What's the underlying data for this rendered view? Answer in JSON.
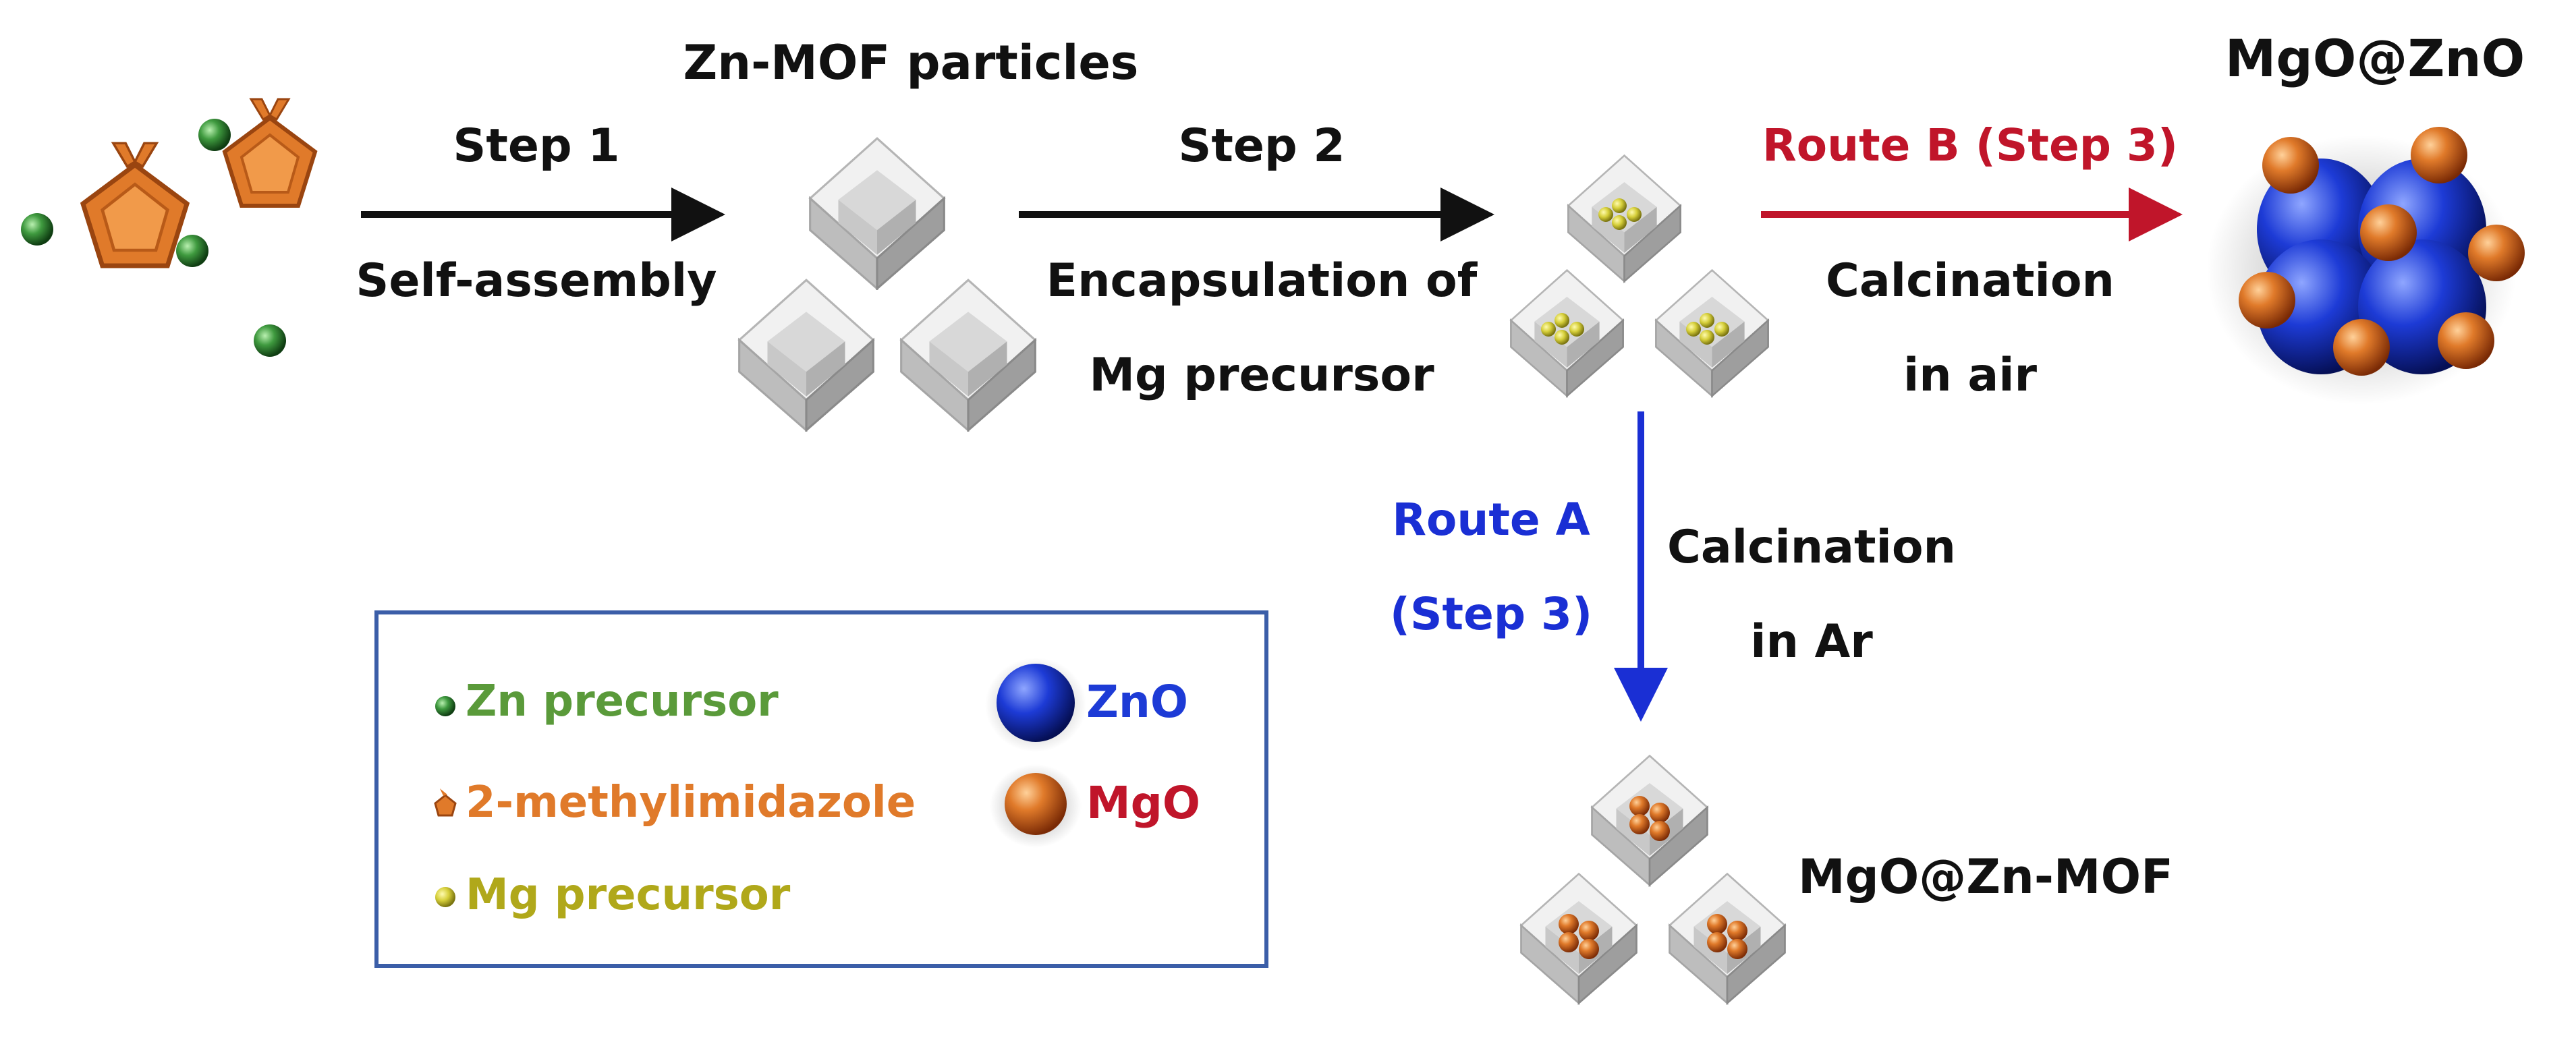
{
  "labels": {
    "zn_mof_particles": "Zn-MOF particles",
    "step1_title": "Step 1",
    "step1_sub": "Self-assembly",
    "step2_title": "Step 2",
    "step2_sub_line1": "Encapsulation of",
    "step2_sub_line2": "Mg precursor",
    "routeB_title": "Route B (Step 3)",
    "routeB_sub_line1": "Calcination",
    "routeB_sub_line2": "in air",
    "mgo_at_zno": "MgO@ZnO",
    "routeA_line1": "Route A",
    "routeA_line2": "(Step 3)",
    "routeA_sub_line1": "Calcination",
    "routeA_sub_line2": "in Ar",
    "mgo_at_znmof": "MgO@Zn-MOF"
  },
  "legend": {
    "zn_precursor": "Zn precursor",
    "methylimidazole": "2-methylimidazole",
    "mg_precursor": "Mg precursor",
    "zno": "ZnO",
    "mgo": "MgO"
  },
  "colors": {
    "arrow_black": "#111111",
    "route_b_red": "#c0152a",
    "route_a_blue": "#1a2fd4",
    "zn_green": "#3a8a3a",
    "imidazole_orange": "#e07a2a",
    "mg_yellow": "#b8b21e",
    "zno_blue": "#1d3bd6",
    "mgo_brown": "#b8460f",
    "legend_border": "#3b5ea8"
  }
}
